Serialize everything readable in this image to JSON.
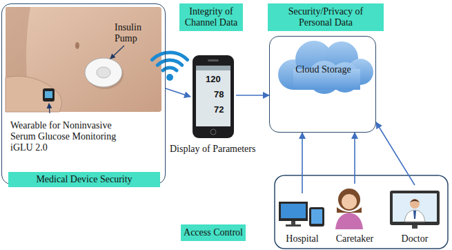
{
  "diagram": {
    "nodes": [
      {
        "text": [
          "Insulin Pump",
          "Wearable for Noninvasive Serum Glucose Monitoring iGLU 2.0"
        ]
      },
      {
        "text": [
          "Medical Device Security"
        ]
      },
      {
        "text": [
          "Integrity of Channel Data"
        ]
      },
      {
        "text": [
          "Display of Parameters"
        ]
      },
      {
        "text": [
          "Security/Privacy of Personal Data"
        ]
      },
      {
        "text": [
          "Cloud Storage"
        ]
      },
      {
        "text": [
          "Hospital"
        ]
      },
      {
        "text": [
          "Caretaker"
        ]
      },
      {
        "text": [
          "Doctor"
        ]
      },
      {
        "text": [
          "Access Control"
        ]
      }
    ],
    "edges": [
      {
        "from": 0,
        "to": 3,
        "arrow": "to"
      },
      {
        "from": 3,
        "to": 5,
        "arrow": "to"
      },
      {
        "from": 6,
        "to": 5,
        "arrow": "to"
      },
      {
        "from": 7,
        "to": 5,
        "arrow": "to"
      },
      {
        "from": 8,
        "to": 5,
        "arrow": "to"
      }
    ],
    "labels": [
      "120",
      "78",
      "72"
    ]
  }
}
